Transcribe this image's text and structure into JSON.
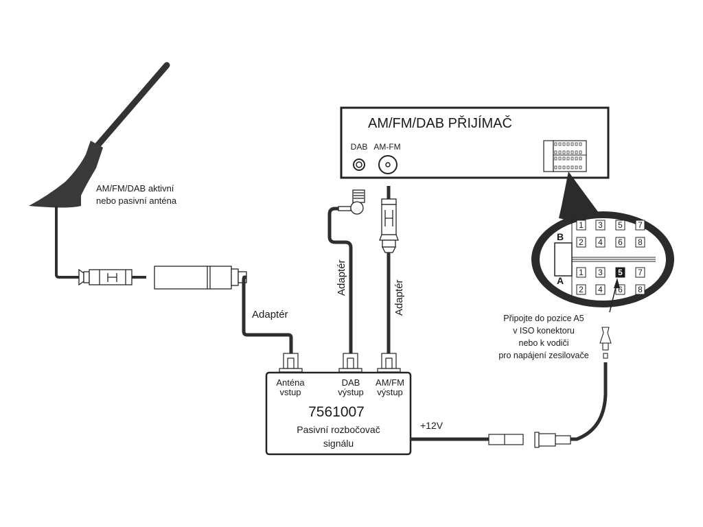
{
  "receiver": {
    "title": "AM/FM/DAB PŘIJÍMAČ",
    "dab_label": "DAB",
    "amfm_label": "AM-FM"
  },
  "antenna": {
    "label_line1": "AM/FM/DAB aktivní",
    "label_line2": "nebo pasivní anténa"
  },
  "adapters": {
    "antenna_adapter": "Adaptér",
    "dab_adapter": "Adaptér",
    "amfm_adapter": "Adaptér"
  },
  "splitter": {
    "input_line1": "Anténa",
    "input_line2": "vstup",
    "dab_out_line1": "DAB",
    "dab_out_line2": "výstup",
    "amfm_out_line1": "AM/FM",
    "amfm_out_line2": "výstup",
    "part_number": "7561007",
    "name_line1": "Pasivní rozbočovač",
    "name_line2": "signálu"
  },
  "power": {
    "voltage_label": "+12V",
    "note_line1": "Připojte do pozice A5",
    "note_line2": "v ISO konektoru",
    "note_line3": "nebo k vodiči",
    "note_line4": "pro napájení zesilovače"
  },
  "iso_connector": {
    "row_b_label": "B",
    "row_a_label": "A",
    "row_b_top": [
      "1",
      "3",
      "5",
      "7"
    ],
    "row_b_bottom": [
      "2",
      "4",
      "6",
      "8"
    ],
    "row_a_top": [
      "1",
      "3",
      "5",
      "7"
    ],
    "row_a_bottom": [
      "2",
      "4",
      "6",
      "8"
    ],
    "highlighted_pin": "A5"
  }
}
